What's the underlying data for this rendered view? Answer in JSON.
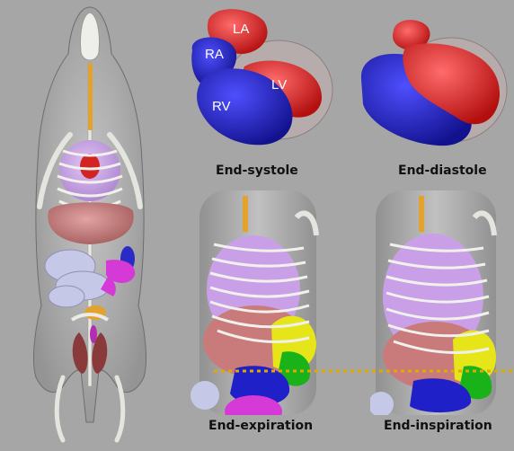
{
  "heart": {
    "labels": {
      "la": "LA",
      "ra": "RA",
      "lv": "LV",
      "rv": "RV"
    },
    "caption_systole": "End-systole",
    "caption_diastole": "End-diastole"
  },
  "torso": {
    "caption_expiration": "End-expiration",
    "caption_inspiration": "End-inspiration"
  },
  "colors": {
    "background": "#a6a6a6",
    "left_heart": "#e31c1c",
    "right_heart": "#1a1acb",
    "liver": "#c97b7b",
    "lung": "#c9a0e8",
    "stomach": "#e5e51a",
    "spleen": "#19b319",
    "kidney": "#2020c8",
    "bladder": "#d63ad6",
    "intestine": "#c6c8e8",
    "marker_line": "#e0a800"
  }
}
